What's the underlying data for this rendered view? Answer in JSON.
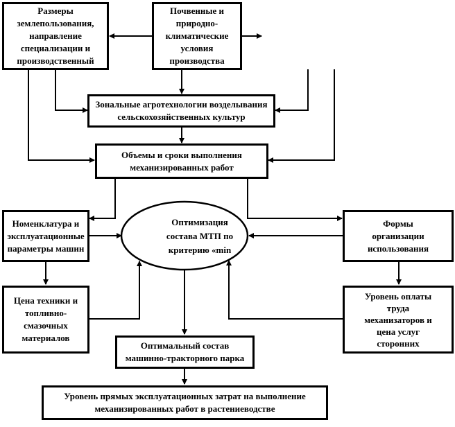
{
  "boxes": {
    "land_use": "Размеры\nземлепользования,\nнаправление\nспециализации и\nпроизводственный",
    "soil": "Почвенные и\nприродно-климатические\nусловия производства",
    "zonal": "Зональные агротехнологии возделывания\nсельскохозяйственных культур",
    "volumes": "Объемы и сроки выполнения\nмеханизированных работ",
    "nomenclature": "Номенклатура и\nэксплуатационные\nпараметры машин",
    "optimization": "Оптимизация\nсостава МТП по\nкритерию «min",
    "forms": "Формы\nорганизации\nиспользования",
    "price": "Цена техники и\nтопливно-\nсмазочных\nматериалов",
    "wages": "Уровень оплаты\nтруда\nмеханизаторов и\nцена услуг\nсторонних",
    "optimal": "Оптимальный состав\nмашинно-тракторного парка",
    "costs": "Уровень прямых эксплуатационных затрат на выполнение\nмеханизированных работ в растениеводстве"
  }
}
